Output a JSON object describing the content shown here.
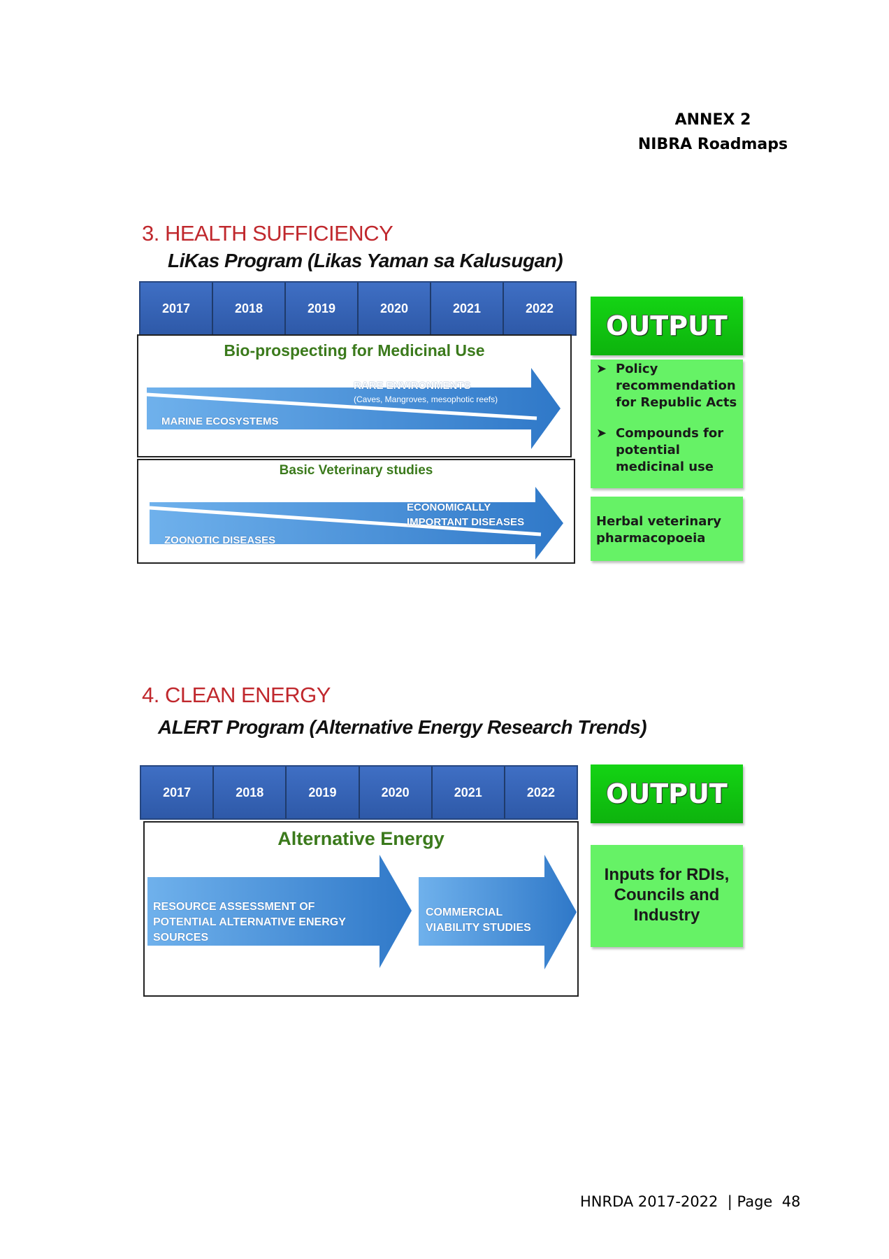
{
  "header": {
    "annex": "ANNEX 2",
    "subtitle": "NIBRA Roadmaps"
  },
  "years": [
    "2017",
    "2018",
    "2019",
    "2020",
    "2021",
    "2022"
  ],
  "section3": {
    "title": "3. HEALTH SUFFICIENCY",
    "program": "LiKas Program (Likas Yaman sa Kalusugan)",
    "panel1": {
      "title": "Bio-prospecting for Medicinal Use",
      "upper_label": "RARE ENVIRONMENTS",
      "upper_sub": "(Caves, Mangroves, mesophotic reefs)",
      "lower_label": "MARINE ECOSYSTEMS"
    },
    "panel2": {
      "title": "Basic Veterinary studies",
      "upper_label_1": "ECONOMICALLY",
      "upper_label_2": "IMPORTANT DISEASES",
      "lower_label": "ZOONOTIC DISEASES"
    },
    "output": {
      "heading": "OUTPUT",
      "bullets": [
        "Policy recommendation for Republic Acts",
        "Compounds for potential medicinal use"
      ],
      "box2": "Herbal veterinary pharmacopoeia"
    }
  },
  "section4": {
    "title": "4. CLEAN ENERGY",
    "program": "ALERT Program (Alternative Energy Research Trends)",
    "panel": {
      "title": "Alternative Energy",
      "arrow1_lines": [
        "RESOURCE ASSESSMENT OF",
        "POTENTIAL ALTERNATIVE ENERGY",
        "SOURCES"
      ],
      "arrow2_lines": [
        "COMMERCIAL",
        "VIABILITY STUDIES"
      ]
    },
    "output": {
      "heading": "OUTPUT",
      "box": "Inputs for RDIs, Councils and Industry"
    }
  },
  "footer": {
    "text": "HNRDA 2017-2022  | Page  48"
  },
  "colors": {
    "year_bar": "#3a67b8",
    "title_red": "#c0282d",
    "green_title": "#3b7a1c",
    "output_green": "#10c410",
    "output_light": "#66f266",
    "arrow_blue": "#3f8ad6"
  }
}
